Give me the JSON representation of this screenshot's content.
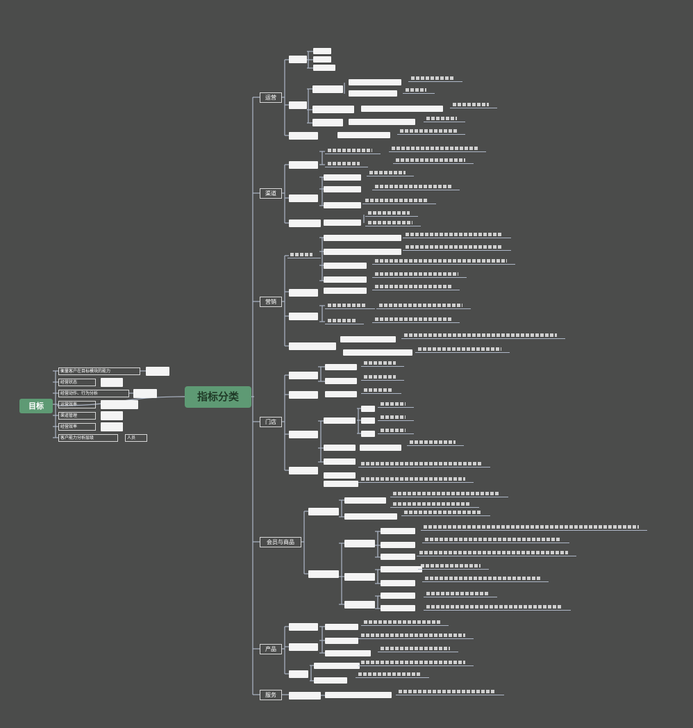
{
  "diagram": {
    "root_label": "指标分类",
    "goal_label": "目标",
    "goal_items": [
      {
        "label": "衡量客户在目标模块的能力",
        "value": ""
      },
      {
        "label": "经营状态",
        "value": ""
      },
      {
        "label": "经营动作、行为分析",
        "value": ""
      },
      {
        "label": "运营效率",
        "value": ""
      },
      {
        "label": "渠道管理",
        "value": ""
      },
      {
        "label": "经营效率",
        "value": ""
      },
      {
        "label": "客户能力分析层级",
        "value": "人员"
      }
    ],
    "categories": [
      "运营",
      "渠道",
      "营销",
      "门店",
      "会员与商品",
      "产品",
      "服务"
    ],
    "note_badge": "!!"
  }
}
